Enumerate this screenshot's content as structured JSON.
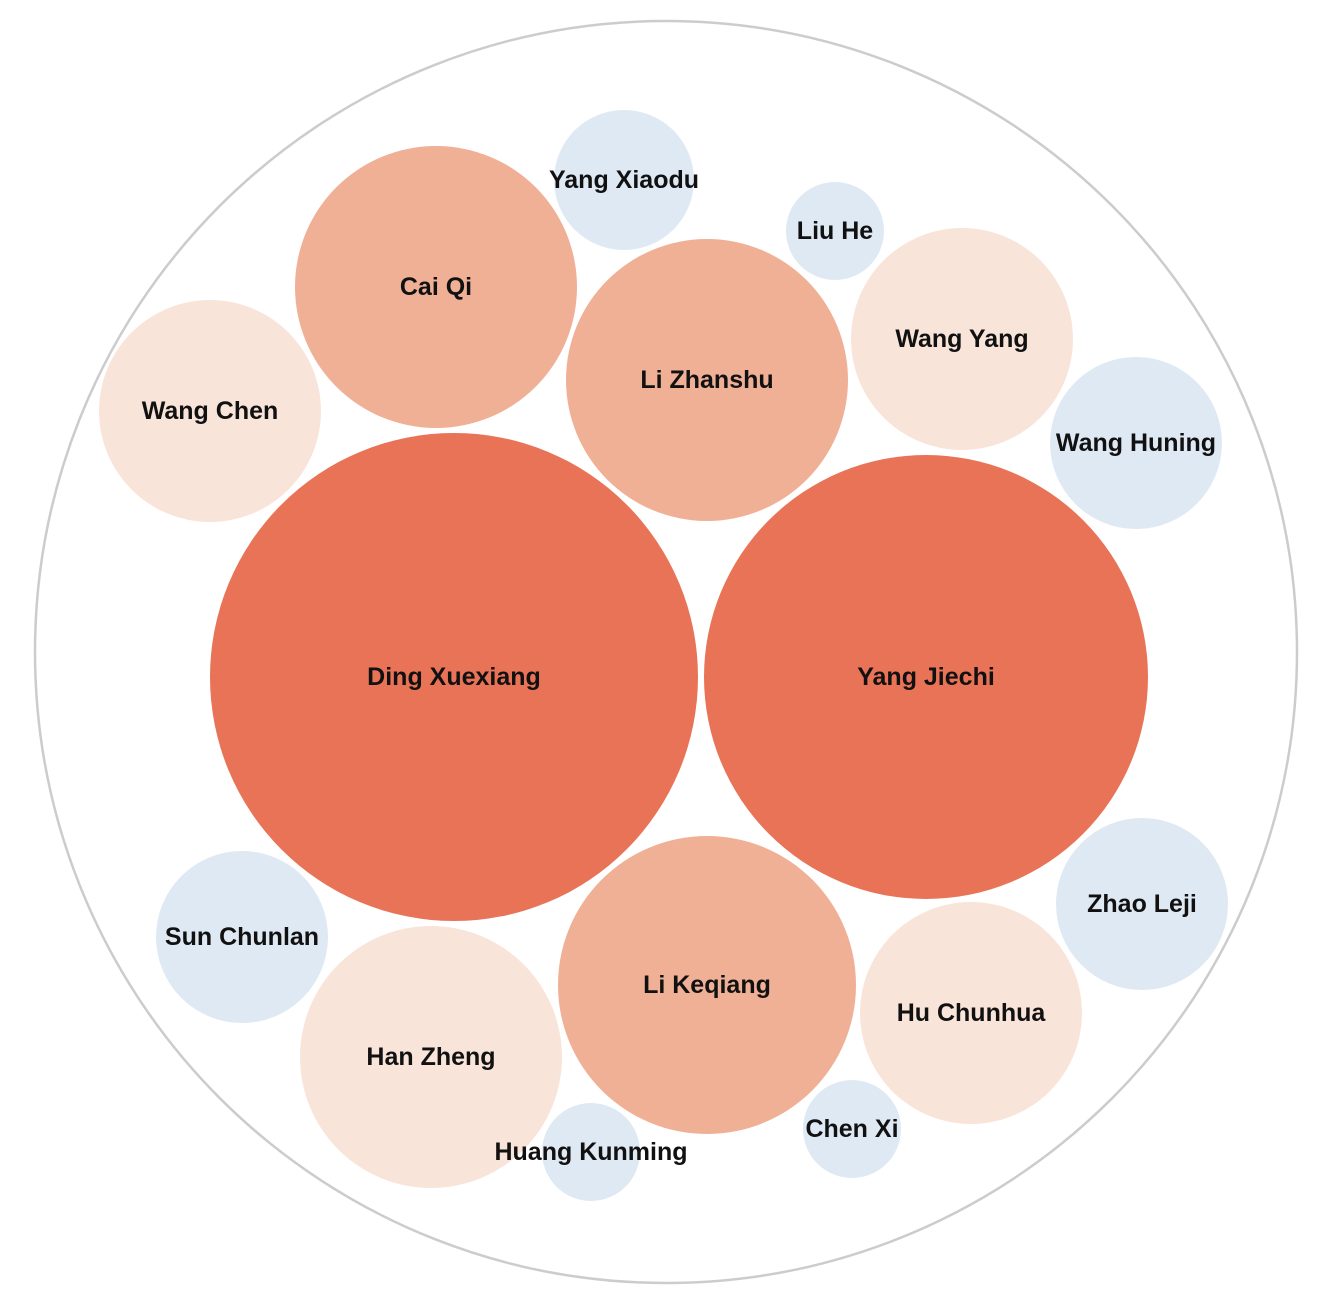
{
  "chart_data": {
    "type": "packed-bubble",
    "title": "",
    "colors": {
      "tier_1": "#e97357",
      "tier_2": "#f0b096",
      "tier_3": "#f9e4da",
      "tier_4": "#dfe9f4",
      "boundary": "#cccccc"
    },
    "bubbles": [
      {
        "label": "Ding Xuexiang",
        "tier": "tier_1"
      },
      {
        "label": "Yang Jiechi",
        "tier": "tier_1"
      },
      {
        "label": "Cai Qi",
        "tier": "tier_2"
      },
      {
        "label": "Li Zhanshu",
        "tier": "tier_2"
      },
      {
        "label": "Li Keqiang",
        "tier": "tier_2"
      },
      {
        "label": "Wang Chen",
        "tier": "tier_3"
      },
      {
        "label": "Wang Yang",
        "tier": "tier_3"
      },
      {
        "label": "Han Zheng",
        "tier": "tier_3"
      },
      {
        "label": "Hu Chunhua",
        "tier": "tier_3"
      },
      {
        "label": "Yang Xiaodu",
        "tier": "tier_4"
      },
      {
        "label": "Liu He",
        "tier": "tier_4"
      },
      {
        "label": "Wang Huning",
        "tier": "tier_4"
      },
      {
        "label": "Zhao Leji",
        "tier": "tier_4"
      },
      {
        "label": "Sun Chunlan",
        "tier": "tier_4"
      },
      {
        "label": "Huang Kunming",
        "tier": "tier_4"
      },
      {
        "label": "Chen Xi",
        "tier": "tier_4"
      }
    ]
  }
}
